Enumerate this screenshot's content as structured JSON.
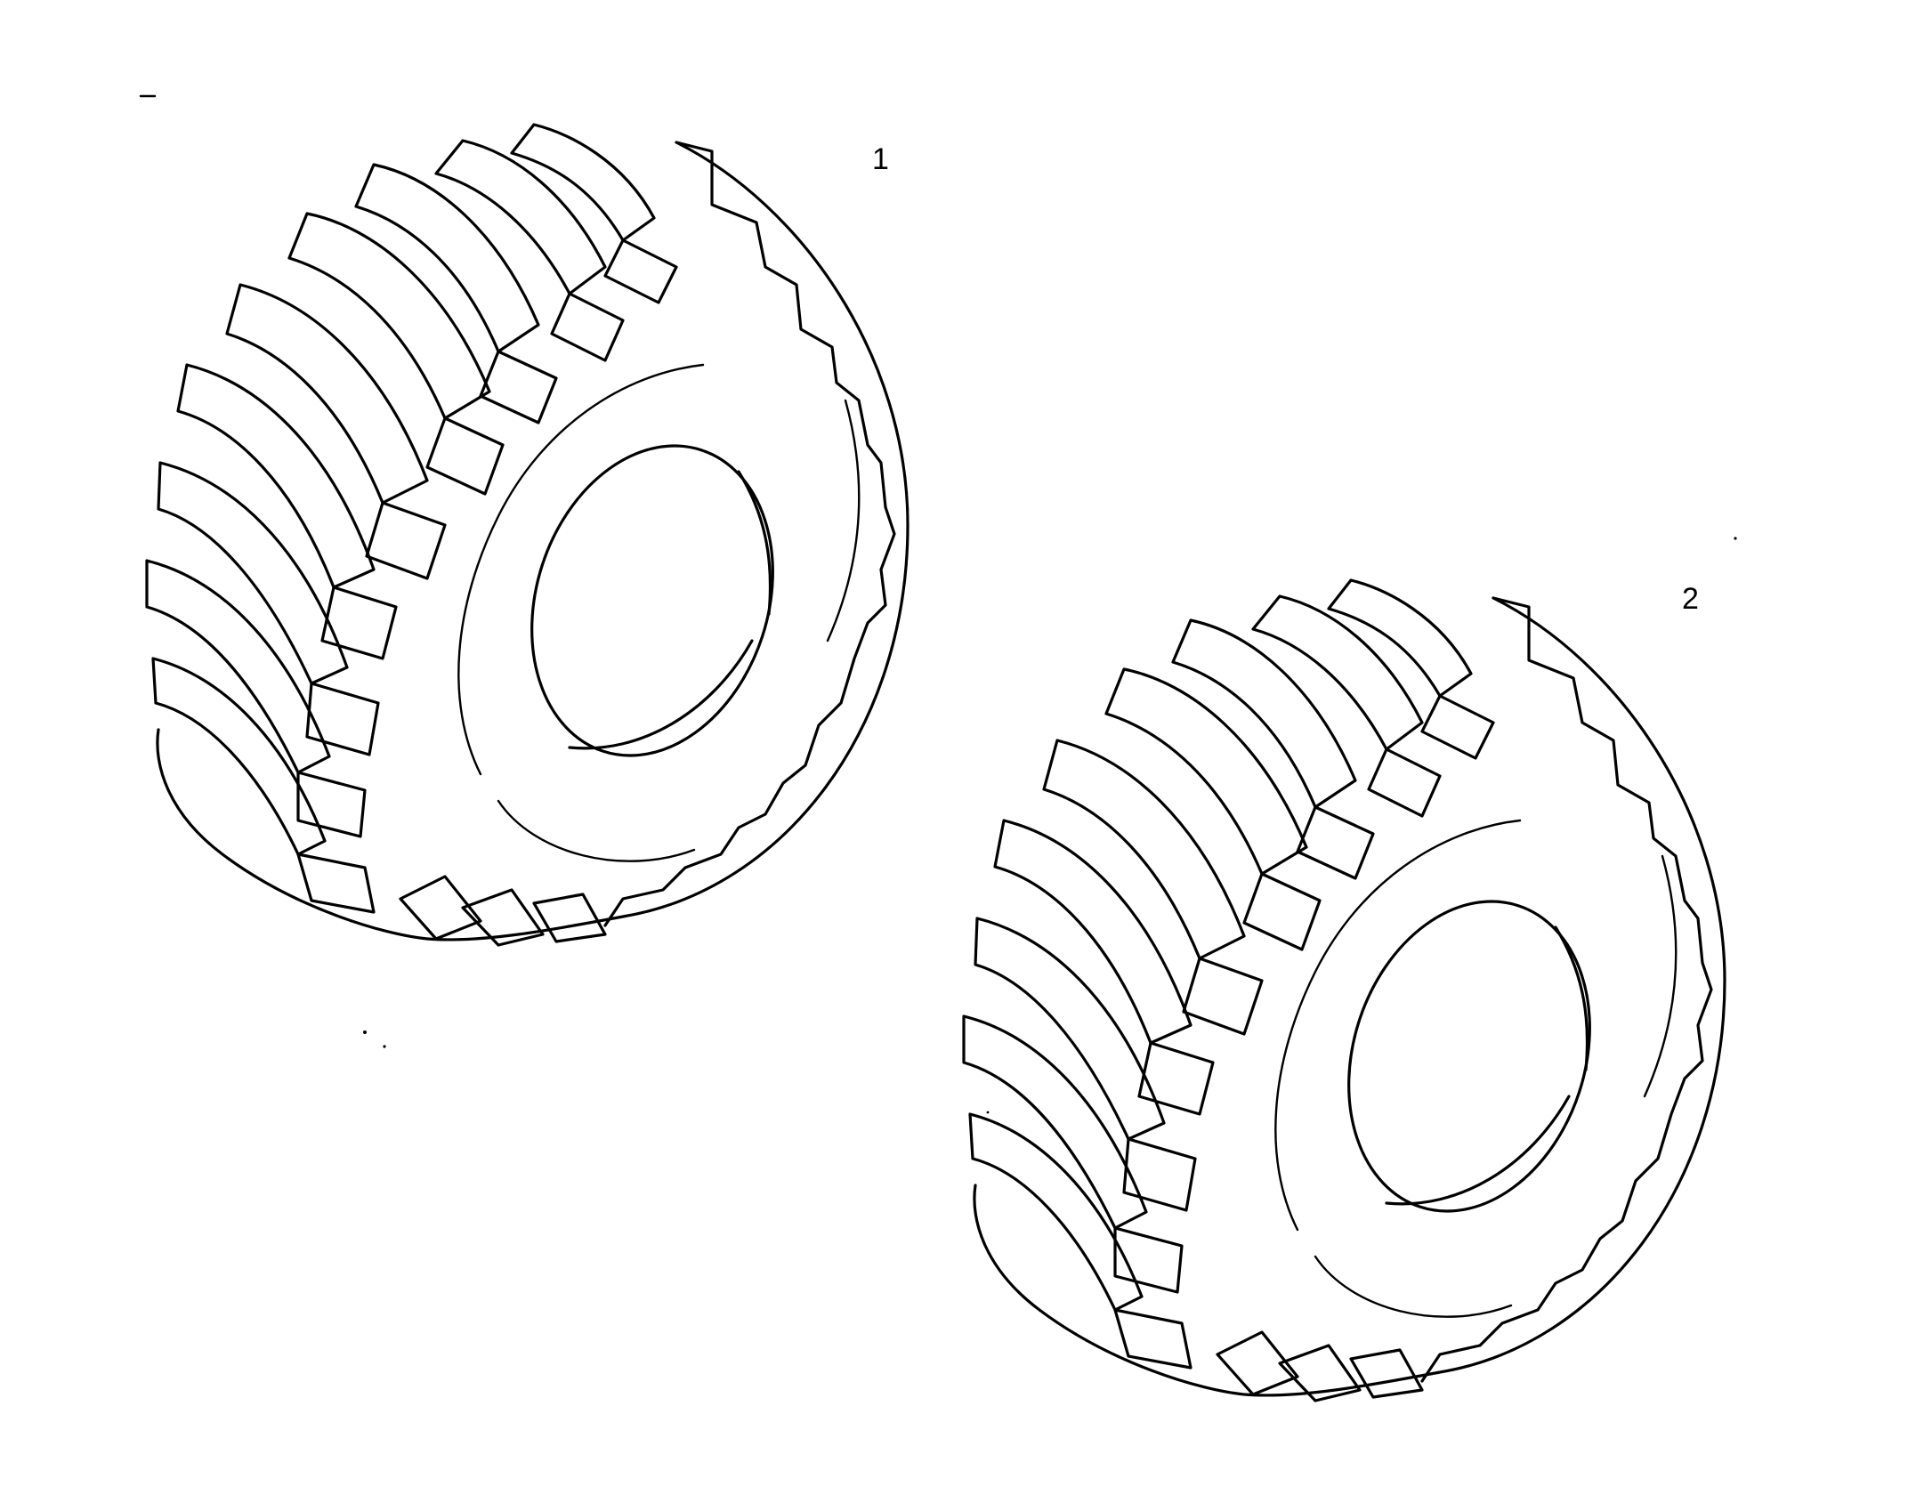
{
  "figure": {
    "callouts": [
      {
        "id": "tire-1",
        "label": "1"
      },
      {
        "id": "tire-2",
        "label": "2"
      }
    ],
    "line_color": "#000000",
    "background_color": "#ffffff",
    "subject": "tire-icon"
  }
}
